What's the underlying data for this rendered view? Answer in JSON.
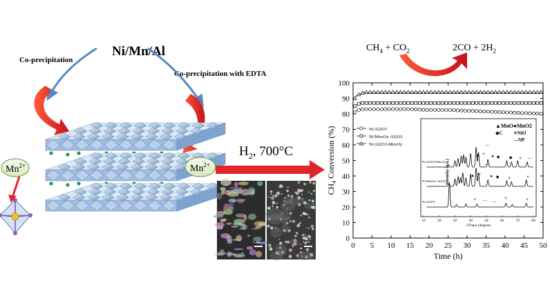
{
  "scheme": {
    "precursor": "Ni/Mn/Al",
    "route_left": "Co-precipitation",
    "route_right": "Co-precipitation with EDTA",
    "ion_left": "Mn",
    "ion_right": "Mn",
    "ion_charge": "2+",
    "treatment": "H",
    "treatment_sub": "2",
    "treatment_rest": ", 700°C",
    "sem_scale_left": "1 μm",
    "sem_scale_right": "1 μm"
  },
  "reaction": {
    "left": "CH",
    "left_sub": "4",
    "left_rest": " + CO",
    "left_sub2": "2",
    "right": "2CO + 2H",
    "right_sub": "2"
  },
  "colors": {
    "arrow_blue": "#5b84c4",
    "arrow_red": "#e0262b",
    "octa_light": "#c9dff3",
    "octa_dark": "#4f7fb2",
    "green_ball": "#1f9a4e",
    "ion_fill": "#e9f3d6"
  },
  "chart_data": {
    "type": "line",
    "xlabel": "Time (h)",
    "ylabel": "CH4 Conversion (%)",
    "ylabel_main": "CH",
    "ylabel_sub": "4",
    "ylabel_rest": " Conversion  (%)",
    "xlim": [
      0,
      50
    ],
    "ylim": [
      0,
      100
    ],
    "x_ticks": [
      0,
      5,
      10,
      15,
      20,
      25,
      30,
      35,
      40,
      45,
      50
    ],
    "y_ticks": [
      0,
      10,
      20,
      30,
      40,
      50,
      60,
      70,
      80,
      90,
      100
    ],
    "x_tick_labels": [
      "0",
      "5",
      "10",
      "15",
      "20",
      "25",
      "30",
      "35",
      "40",
      "45",
      "50"
    ],
    "y_tick_labels": [
      "0",
      "10",
      "20",
      "30",
      "40",
      "50",
      "60",
      "70",
      "80",
      "90",
      "100"
    ],
    "series": [
      {
        "name": "Ni/Al2O3",
        "label_main": "Ni/Al",
        "label_sub1": "2",
        "label_mid": "O",
        "label_sub2": "3",
        "marker": "circle",
        "x": [
          0.5,
          1,
          2,
          3,
          4,
          5,
          7,
          10,
          15,
          20,
          25,
          30,
          35,
          40,
          45,
          50
        ],
        "y": [
          81,
          82,
          83,
          83,
          83,
          83,
          83,
          83,
          83,
          82.5,
          82.5,
          82,
          81.5,
          81,
          80.5,
          80
        ]
      },
      {
        "name": "Ni/MnxOy-Al2O3",
        "marker": "square",
        "x": [
          0.5,
          1,
          2,
          3,
          4,
          5,
          7,
          10,
          15,
          20,
          25,
          30,
          35,
          40,
          45,
          50
        ],
        "y": [
          85,
          86,
          87,
          87,
          87,
          87,
          87,
          87,
          87,
          87,
          87,
          87,
          87,
          87,
          87,
          87
        ]
      },
      {
        "name": "Ni/Al2O3-MnxOy",
        "marker": "triangle",
        "x": [
          0.5,
          1,
          2,
          3,
          4,
          5,
          7,
          10,
          15,
          20,
          25,
          30,
          35,
          40,
          45,
          50
        ],
        "y": [
          90,
          92,
          93,
          94,
          94,
          94,
          94,
          94,
          94,
          94,
          94,
          94,
          94,
          94,
          94,
          94
        ]
      }
    ],
    "legend_labels": [
      "Ni/Al2O3",
      "Ni/MnxOy-Al2O3",
      "Ni/Al2O3-MnxOy"
    ],
    "legend_placement": "middle-left",
    "inset": {
      "type": "line",
      "xlabel": "2Theta (degree)",
      "ylabel": "Intensity (a.u.)",
      "xlim": [
        10,
        80
      ],
      "x_ticks": [
        10,
        20,
        30,
        40,
        50,
        60,
        70,
        80
      ],
      "x_tick_labels": [
        "10",
        "20",
        "30",
        "40",
        "50",
        "60",
        "70",
        "80"
      ],
      "trace_labels": [
        "Ni/Al2O3-MnxOy",
        "Ni/MnxOy-Al2O3",
        "Ni/Al2O3"
      ],
      "legend": [
        {
          "symbol": "▲",
          "label": "MnO"
        },
        {
          "symbol": "●",
          "label": "MnO2"
        },
        {
          "symbol": "◆",
          "label": "C"
        },
        {
          "symbol": "✧",
          "label": "NiO"
        },
        {
          "symbol": "—",
          "label": "NP"
        }
      ],
      "traces": [
        {
          "name": "Ni/Al2O3-MnxOy",
          "peaks": [
            [
              26,
              3
            ],
            [
              30,
              10
            ],
            [
              32,
              14
            ],
            [
              34,
              18
            ],
            [
              35.5,
              20
            ],
            [
              37,
              16
            ],
            [
              40,
              22
            ],
            [
              43.5,
              32
            ],
            [
              45,
              24
            ],
            [
              51,
              12
            ],
            [
              63,
              10
            ],
            [
              66,
              8
            ],
            [
              70,
              10
            ],
            [
              76,
              8
            ]
          ]
        },
        {
          "name": "Ni/MnxOy-Al2O3",
          "peaks": [
            [
              26,
              4
            ],
            [
              30,
              12
            ],
            [
              32,
              16
            ],
            [
              33.5,
              14
            ],
            [
              35,
              22
            ],
            [
              37,
              14
            ],
            [
              40,
              20
            ],
            [
              43.5,
              30
            ],
            [
              45,
              22
            ],
            [
              51,
              10
            ],
            [
              63,
              9
            ],
            [
              66,
              7
            ],
            [
              75.5,
              10
            ]
          ]
        },
        {
          "name": "Ni/Al2O3",
          "peaks": [
            [
              26.5,
              40
            ],
            [
              31,
              4
            ],
            [
              37,
              5
            ],
            [
              44,
              5
            ],
            [
              62.5,
              6
            ],
            [
              66.5,
              4
            ],
            [
              75.5,
              6
            ]
          ]
        }
      ]
    }
  }
}
